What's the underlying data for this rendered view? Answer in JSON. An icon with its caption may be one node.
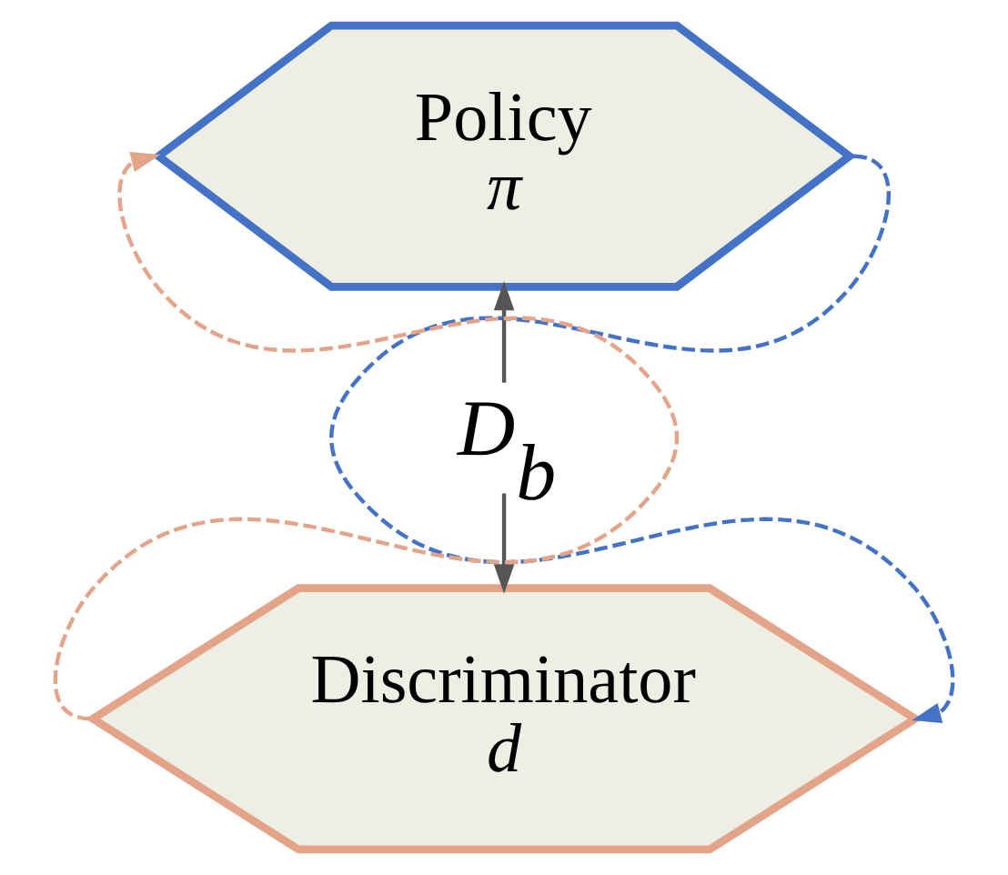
{
  "diagram": {
    "nodes": [
      {
        "text": [
          "Policy",
          "π"
        ]
      },
      {
        "text": [
          "D$_{b}$"
        ]
      },
      {
        "text": [
          "Discriminator",
          "d"
        ]
      }
    ],
    "edges": [
      {
        "from": 1,
        "to": 0,
        "arrow": "to"
      },
      {
        "from": 1,
        "to": 2,
        "arrow": "to"
      },
      {
        "from": 2,
        "to": 0,
        "arrow": "to",
        "style": "dashed",
        "color": "#e4a48a"
      },
      {
        "from": 0,
        "to": 2,
        "arrow": "to",
        "style": "dashed",
        "color": "#4472c4"
      }
    ]
  }
}
